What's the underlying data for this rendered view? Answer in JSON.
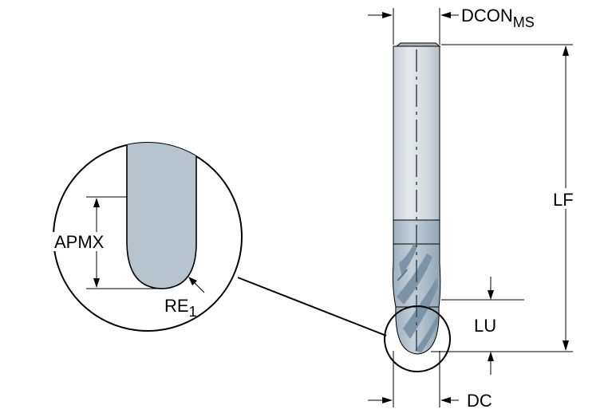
{
  "labels": {
    "dcon": "DCON",
    "dcon_sub": "MS",
    "lf": "LF",
    "lu": "LU",
    "dc": "DC",
    "apmx": "APMX",
    "re": "RE",
    "re_sub": "1"
  },
  "colors": {
    "shank_light": "#dde1e5",
    "shank_mid": "#b8c3cc",
    "flute_body": "#a9b9c6",
    "flute_dark": "#7d93a6",
    "detail_fill": "#b7c4ce",
    "line": "#000000"
  }
}
